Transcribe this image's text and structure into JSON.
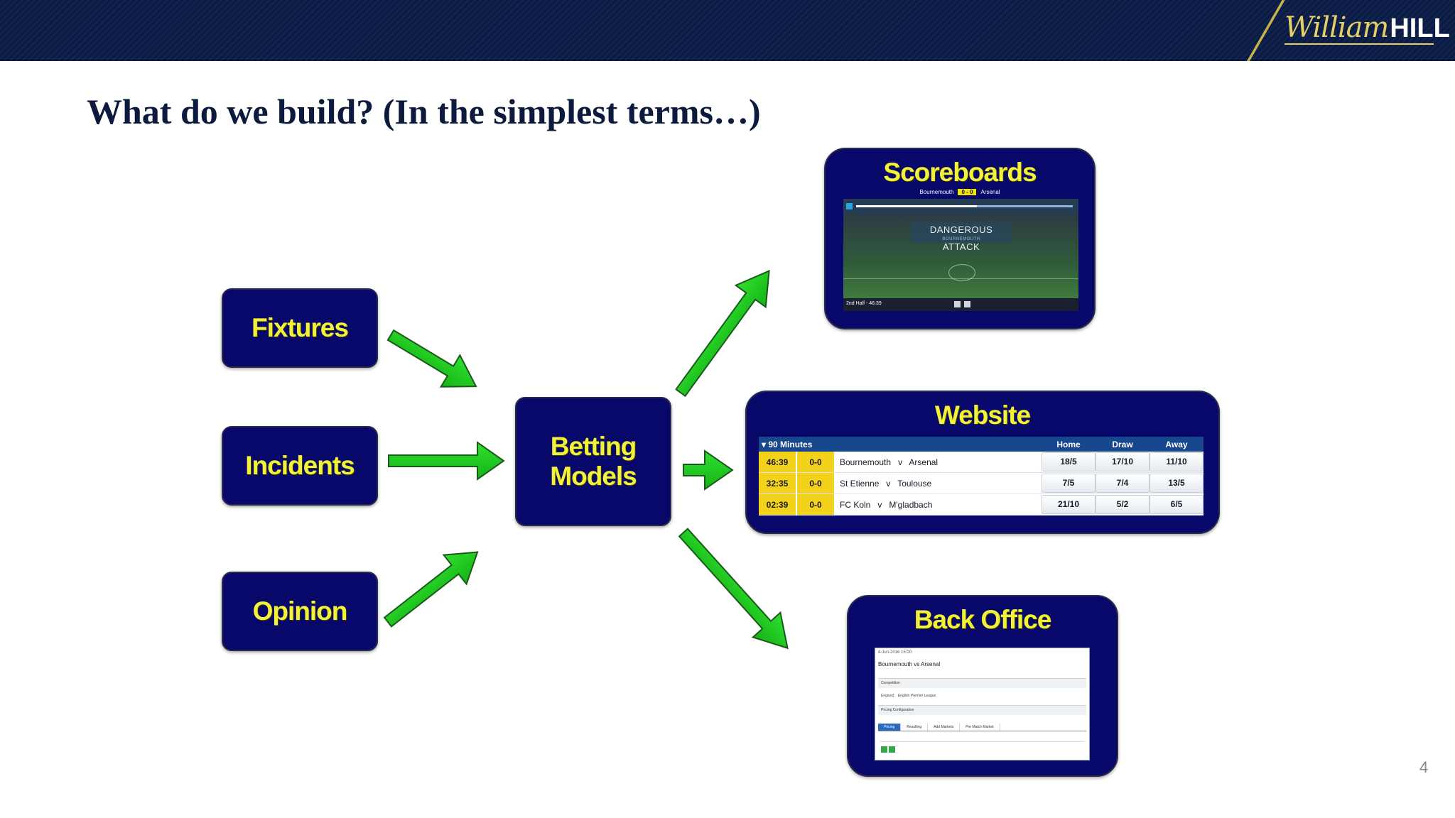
{
  "header": {
    "logo_script": "William",
    "logo_bold": "HILL"
  },
  "title": "What do we build? (In the simplest terms…)",
  "page_number": "4",
  "inputs": [
    {
      "label": "Fixtures"
    },
    {
      "label": "Incidents"
    },
    {
      "label": "Opinion"
    }
  ],
  "center": {
    "line1": "Betting",
    "line2": "Models"
  },
  "outputs": {
    "scoreboards": {
      "title": "Scoreboards",
      "home": "Bournemouth",
      "score": "0 - 0",
      "away": "Arsenal",
      "event": "DANGEROUS ATTACK",
      "event_team": "BOURNEMOUTH",
      "clock": "2nd Half - 46:39"
    },
    "website": {
      "title": "Website",
      "headers": [
        "90 Minutes",
        "Home",
        "Draw",
        "Away"
      ],
      "rows": [
        {
          "time": "46:39",
          "score": "0-0",
          "home": "Bournemouth",
          "v": "v",
          "away": "Arsenal",
          "odds_home": "18/5",
          "odds_draw": "17/10",
          "odds_away": "11/10"
        },
        {
          "time": "32:35",
          "score": "0-0",
          "home": "St Etienne",
          "v": "v",
          "away": "Toulouse",
          "odds_home": "7/5",
          "odds_draw": "7/4",
          "odds_away": "13/5"
        },
        {
          "time": "02:39",
          "score": "0-0",
          "home": "FC Koln",
          "v": "v",
          "away": "M'gladbach",
          "odds_home": "21/10",
          "odds_draw": "5/2",
          "odds_away": "6/5"
        }
      ]
    },
    "back_office": {
      "title": "Back Office",
      "date": "4-Jun-2016 15:00",
      "event": "Bournemouth vs Arsenal",
      "competition_section": "Competition",
      "country": "England",
      "league": "English Premier League",
      "pricing_section": "Pricing Configuration",
      "tabs": [
        "Pricing",
        "Resulting",
        "Add Markets",
        "Pre Match Market"
      ]
    }
  },
  "colors": {
    "box_fill": "#08086b",
    "label_yellow": "#f2f23a",
    "arrow_green": "#1fcc1f",
    "header_navy": "#0b1a3d",
    "logo_gold": "#e7cf67"
  }
}
